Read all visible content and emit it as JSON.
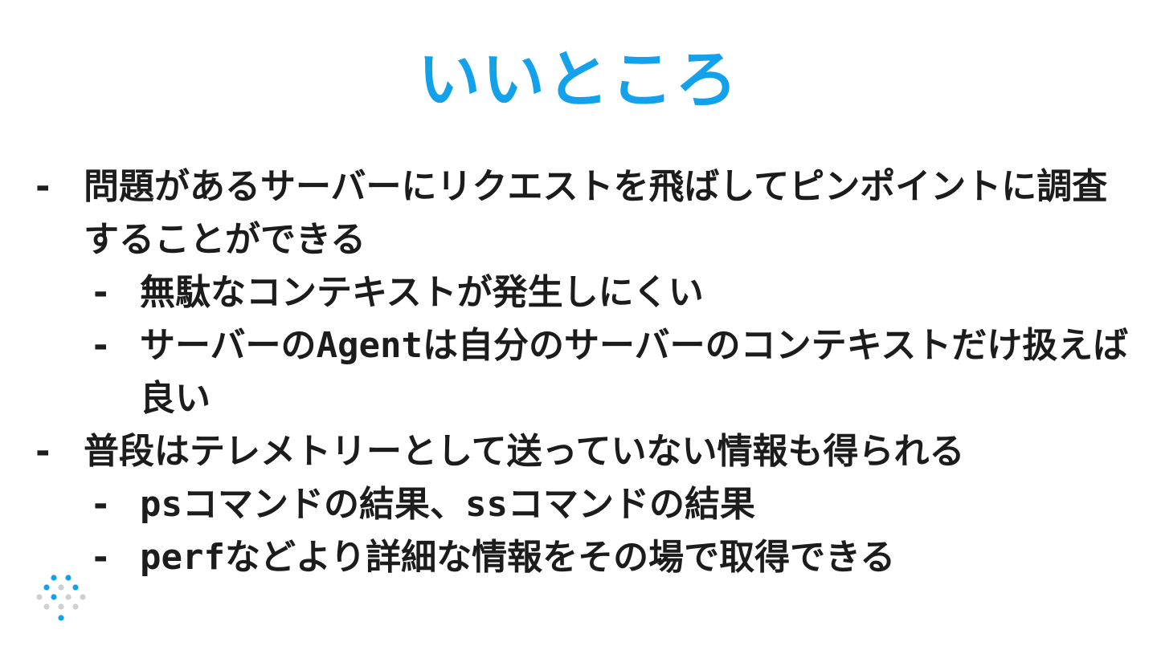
{
  "title": "いいところ",
  "bullets": {
    "b1": "問題があるサーバーにリクエストを飛ばしてピンポイントに調査することができる",
    "b1_1": "無駄なコンテキストが発生しにくい",
    "b1_2_pre": "サーバーの",
    "b1_2_code": "Agent",
    "b1_2_post": "は自分のサーバーのコンテキストだけ扱えば良い",
    "b2": "普段はテレメトリーとして送っていない情報も得られる",
    "b2_1_code1": "ps",
    "b2_1_mid": "コマンドの結果、",
    "b2_1_code2": "ss",
    "b2_1_post": "コマンドの結果",
    "b2_2_code": "perf",
    "b2_2_post": "などより詳細な情報をその場で取得できる"
  },
  "dash": "-",
  "colors": {
    "title": "#12a1ea",
    "text": "#1c1c1c",
    "logo_blue": "#12a1ea",
    "logo_gray": "#cfcfcf"
  },
  "icons": {
    "logo": "dotted-logo-icon"
  }
}
